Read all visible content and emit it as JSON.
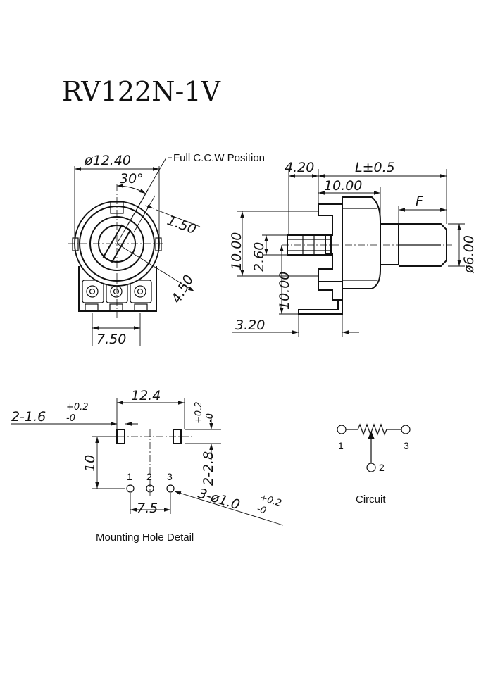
{
  "title": "RV122N-1V",
  "front_view": {
    "dia_label": "ø12.40",
    "full_ccw_label": "Full C.C.W Position",
    "angle_label": "30°",
    "slot_label": "1.50",
    "radius_label": "4.50",
    "pitch_label": "7.50"
  },
  "side_view": {
    "dim_4_20": "4.20",
    "dim_L": "L±0.5",
    "dim_10_00_top": "10.00",
    "dim_F": "F",
    "dim_10_00_left": "10.00",
    "dim_2_60": "2.60",
    "dim_10_00_lower": "10.00",
    "dim_shaft_dia": "ø6.00",
    "dim_3_20": "3.20"
  },
  "mounting": {
    "caption": "Mounting Hole Detail",
    "dim_12_4": "12.4",
    "slot_holes_main": "2-1.6",
    "slot_holes_tol_top": "+0.2",
    "slot_holes_tol_bottom": "-0",
    "slot_height_main": "2-2.8",
    "slot_height_tol_top": "+0.2",
    "slot_height_tol_bottom": "-0",
    "dim_10": "10",
    "dim_7_5": "7.5",
    "pin_holes_main": "3-ø1.0",
    "pin_holes_tol_top": "+0.2",
    "pin_holes_tol_bottom": "-0",
    "pins": [
      "1",
      "2",
      "3"
    ]
  },
  "circuit": {
    "caption": "Circuit",
    "pins": [
      "1",
      "3",
      "2"
    ]
  }
}
